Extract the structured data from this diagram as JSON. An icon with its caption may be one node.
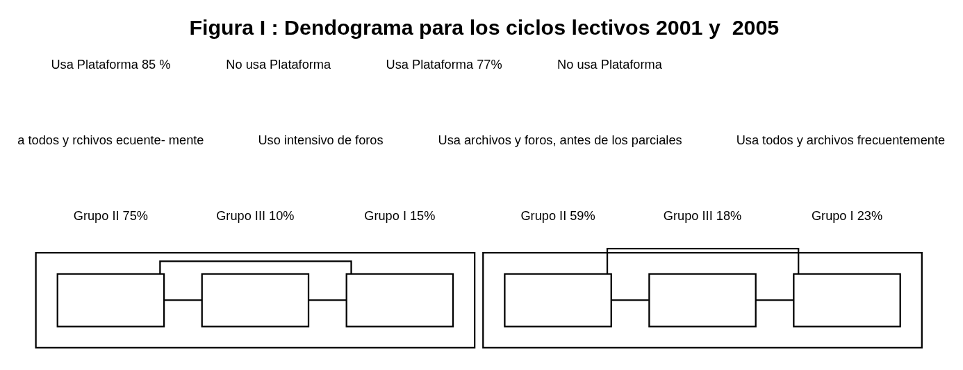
{
  "diagram": {
    "title": "Figura I : Dendograma para los ciclos lectivos 2001 y  2005",
    "nodes": [
      {
        "text": [],
        "shape": "box"
      },
      {
        "text": [],
        "shape": "box",
        "in": 0
      },
      {
        "text": [],
        "shape": "box",
        "in": 0
      },
      {
        "text": [],
        "shape": "box",
        "in": 0
      },
      {
        "text": [],
        "shape": "box"
      },
      {
        "text": [],
        "shape": "box",
        "in": 4
      },
      {
        "text": [],
        "shape": "box",
        "in": 4
      },
      {
        "text": [],
        "shape": "box",
        "in": 4
      }
    ],
    "edges": [
      {
        "from": 1,
        "to": 2,
        "arrow": "none"
      },
      {
        "from": 1,
        "to": 3,
        "arrow": "none"
      },
      {
        "from": 2,
        "to": 3,
        "arrow": "none"
      },
      {
        "from": 5,
        "to": 6,
        "arrow": "none"
      },
      {
        "from": 5,
        "to": 7,
        "arrow": "none"
      },
      {
        "from": 6,
        "to": 7,
        "arrow": "none"
      }
    ],
    "labels": [
      "Usa Plataforma 85 %",
      "No usa Plataforma",
      "Usa Plataforma 77%",
      "No usa Plataforma",
      "a todos y rchivos ecuente- mente",
      "Uso intensivo de foros",
      "Usa archivos y foros, antes de los parciales",
      "Usa todos y archivos frecuentemente",
      "Grupo II 75%",
      "Grupo III 10%",
      "Grupo I 15%",
      "Grupo II 59%",
      "Grupo III 18%",
      "Grupo I 23%"
    ]
  }
}
